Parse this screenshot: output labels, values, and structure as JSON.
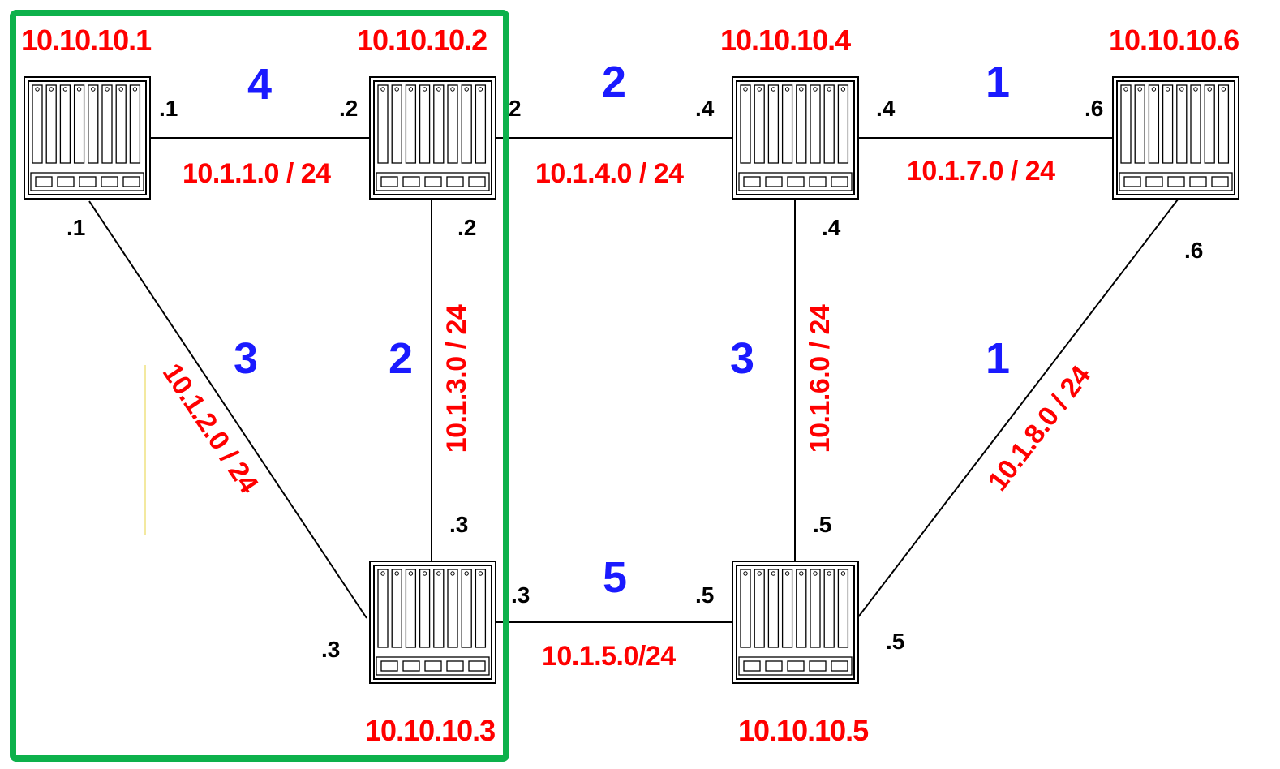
{
  "highlight": {
    "color": "#0db14b"
  },
  "colors": {
    "ip": "#ff0000",
    "cost": "#1a1aff",
    "interface": "#000000",
    "line": "#000000"
  },
  "routers": [
    {
      "id": "r1",
      "label": "10.10.10.1",
      "icon": "router-chassis-icon"
    },
    {
      "id": "r2",
      "label": "10.10.10.2",
      "icon": "router-chassis-icon"
    },
    {
      "id": "r3",
      "label": "10.10.10.3",
      "icon": "router-chassis-icon"
    },
    {
      "id": "r4",
      "label": "10.10.10.4",
      "icon": "router-chassis-icon"
    },
    {
      "id": "r5",
      "label": "10.10.10.5",
      "icon": "router-chassis-icon"
    },
    {
      "id": "r6",
      "label": "10.10.10.6",
      "icon": "router-chassis-icon"
    }
  ],
  "links": [
    {
      "id": "r1-r2",
      "network": "10.1.1.0 / 24",
      "cost": "4",
      "if_a": ".1",
      "if_b": ".2"
    },
    {
      "id": "r1-r3",
      "network": "10.1.2.0 / 24",
      "cost": "3",
      "if_a": ".1",
      "if_b": ".3"
    },
    {
      "id": "r2-r3",
      "network": "10.1.3.0 / 24",
      "cost": "2",
      "if_a": ".2",
      "if_b": ".3"
    },
    {
      "id": "r2-r4",
      "network": "10.1.4.0 / 24",
      "cost": "2",
      "if_a": "2",
      "if_b": ".4"
    },
    {
      "id": "r3-r5",
      "network": "10.1.5.0/24",
      "cost": "5",
      "if_a": ".3",
      "if_b": ".5"
    },
    {
      "id": "r4-r5",
      "network": "10.1.6.0 / 24",
      "cost": "3",
      "if_a": ".4",
      "if_b": ".5"
    },
    {
      "id": "r4-r6",
      "network": "10.1.7.0 / 24",
      "cost": "1",
      "if_a": ".4",
      "if_b": ".6"
    },
    {
      "id": "r5-r6",
      "network": "10.1.8.0 / 24",
      "cost": "1",
      "if_a": ".5",
      "if_b": ".6"
    }
  ]
}
